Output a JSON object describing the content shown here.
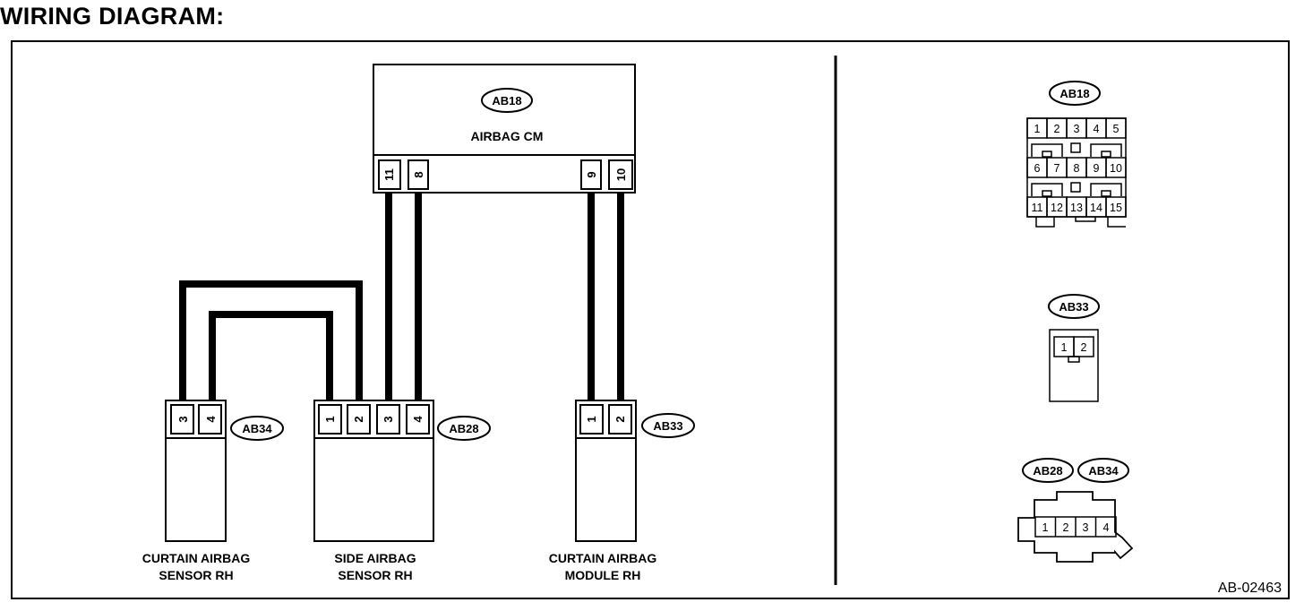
{
  "header": {
    "title": "WIRING DIAGRAM:"
  },
  "figure_code": "AB-02463",
  "modules": {
    "airbag_cm": {
      "connector": "AB18",
      "name": "AIRBAG CM",
      "pins": [
        "11",
        "8",
        "9",
        "10"
      ]
    },
    "curtain_sensor": {
      "connector": "AB34",
      "name_line1": "CURTAIN AIRBAG",
      "name_line2": "SENSOR RH",
      "pins": [
        "3",
        "4"
      ]
    },
    "side_sensor": {
      "connector": "AB28",
      "name_line1": "SIDE AIRBAG",
      "name_line2": "SENSOR RH",
      "pins": [
        "1",
        "2",
        "3",
        "4"
      ]
    },
    "curtain_module": {
      "connector": "AB33",
      "name_line1": "CURTAIN AIRBAG",
      "name_line2": "MODULE RH",
      "pins": [
        "1",
        "2"
      ]
    }
  },
  "connector_views": {
    "ab18": {
      "label": "AB18",
      "row1": [
        "1",
        "2",
        "3",
        "4",
        "5"
      ],
      "row2": [
        "6",
        "7",
        "8",
        "9",
        "10"
      ],
      "row3": [
        "11",
        "12",
        "13",
        "14",
        "15"
      ]
    },
    "ab33": {
      "label": "AB33",
      "pins": [
        "1",
        "2"
      ]
    },
    "ab28_ab34": {
      "labels": [
        "AB28",
        "AB34"
      ],
      "pins": [
        "1",
        "2",
        "3",
        "4"
      ]
    }
  }
}
